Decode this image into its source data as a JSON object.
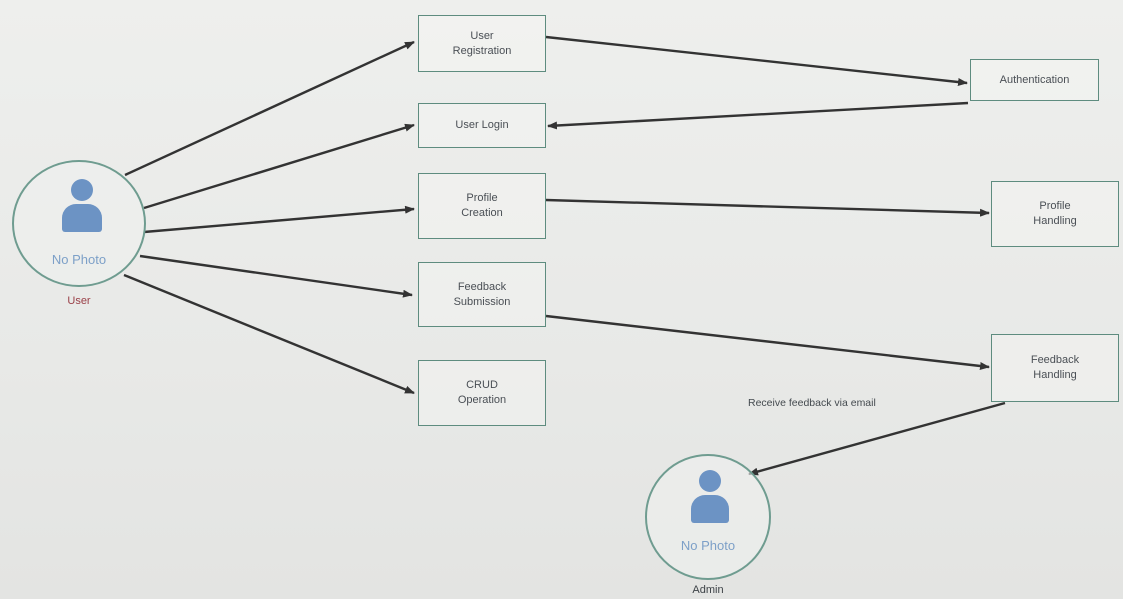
{
  "actors": {
    "user": {
      "photo_text": "No Photo",
      "caption": "User"
    },
    "admin": {
      "photo_text": "No Photo",
      "caption": "Admin"
    }
  },
  "processes": {
    "registration": "User\nRegistration",
    "login": "User Login",
    "profile_creation": "Profile\nCreation",
    "feedback_submission": "Feedback\nSubmission",
    "crud": "CRUD\nOperation"
  },
  "handlers": {
    "authentication": "Authentication",
    "profile_handling": "Profile\nHandling",
    "feedback_handling": "Feedback\nHandling"
  },
  "edge_labels": {
    "email": "Receive feedback via email"
  },
  "colors": {
    "box_border": "#5e8c7f",
    "actor_icon": "#6c93c4",
    "arrow": "#333333"
  }
}
